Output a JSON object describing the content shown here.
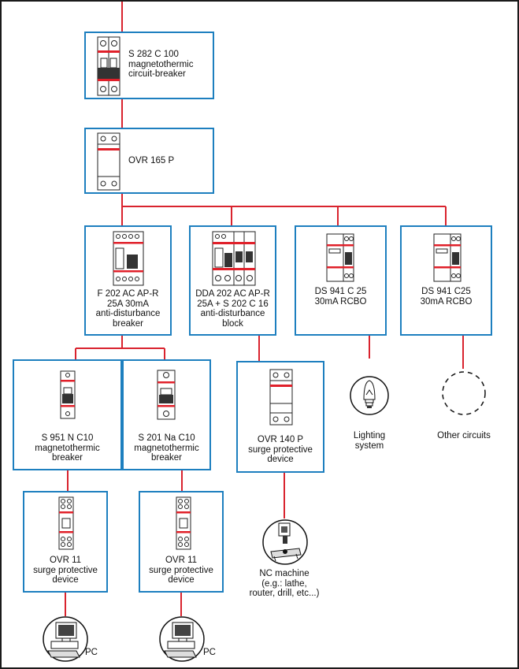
{
  "colors": {
    "wire": "#d9232e",
    "box_border": "#1d7fbf",
    "frame": "#1a1a1a",
    "device_red": "#e0202a"
  },
  "nodes": {
    "main_breaker": {
      "line1": "S 282 C 100",
      "line2": "magnetothermic",
      "line3": "circuit-breaker"
    },
    "main_spd": {
      "line1": "OVR 165 P"
    },
    "rcd_f202": {
      "line1": "F 202 AC AP-R",
      "line2": "25A 30mA",
      "line3": "anti-disturbance",
      "line4": "breaker"
    },
    "rcd_dda202": {
      "line1": "DDA 202 AC AP-R",
      "line2": "25A + S 202 C 16",
      "line3": "anti-disturbance",
      "line4": "block"
    },
    "rcbo_ds941_a": {
      "line1": "DS 941 C 25",
      "line2": "30mA RCBO"
    },
    "rcbo_ds941_b": {
      "line1": "DS 941 C25",
      "line2": "30mA RCBO"
    },
    "mcb_s951": {
      "line1": "S 951 N C10",
      "line2": "magnetothermic",
      "line3": "breaker"
    },
    "mcb_s201": {
      "line1": "S 201 Na C10",
      "line2": "magnetothermic",
      "line3": "breaker"
    },
    "spd_ovr140": {
      "line1": "OVR 140 P",
      "line2": "surge protective",
      "line3": "device"
    },
    "spd_ovr11_a": {
      "line1": "OVR 11",
      "line2": "surge protective",
      "line3": "device"
    },
    "spd_ovr11_b": {
      "line1": "OVR 11",
      "line2": "surge protective",
      "line3": "device"
    }
  },
  "loads": {
    "lighting": {
      "line1": "Lighting",
      "line2": "system",
      "icon": "light-bulb-icon"
    },
    "other": {
      "line1": "Other circuits",
      "icon": "dashed-circle-icon"
    },
    "nc_machine": {
      "line1": "NC machine",
      "line2": "(e.g.: lathe,",
      "line3": "router, drill, etc...)",
      "icon": "nc-machine-icon"
    },
    "pc_a": {
      "line1": "PC",
      "icon": "computer-icon"
    },
    "pc_b": {
      "line1": "PC",
      "icon": "computer-icon"
    }
  }
}
